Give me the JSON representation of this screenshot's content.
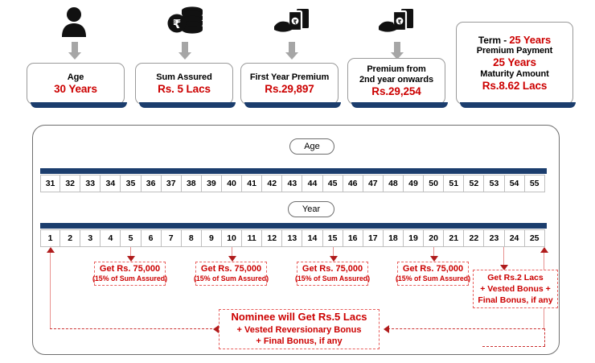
{
  "cards": [
    {
      "id": "age",
      "icon": "person-icon",
      "lines": [
        {
          "text": "Age",
          "style": "black"
        },
        {
          "text": "30 Years",
          "style": "red"
        }
      ]
    },
    {
      "id": "sum-assured",
      "icon": "rupee-coins-icon",
      "lines": [
        {
          "text": "Sum Assured",
          "style": "black"
        },
        {
          "text": "Rs. 5 Lacs",
          "style": "red"
        }
      ]
    },
    {
      "id": "first-year-premium",
      "icon": "hand-cash-icon",
      "lines": [
        {
          "text": "First Year Premium",
          "style": "black"
        },
        {
          "text": "Rs.29,897",
          "style": "red"
        }
      ]
    },
    {
      "id": "premium-2nd-year",
      "icon": "hand-cash-icon",
      "lines": [
        {
          "text": "Premium from",
          "style": "black"
        },
        {
          "text": "2nd year onwards",
          "style": "black"
        },
        {
          "text": "Rs.29,254",
          "style": "red"
        }
      ]
    }
  ],
  "summary_card": {
    "id": "term-summary",
    "term_label": "Term  -",
    "term_value": "25 Years",
    "premium_payment_label": "Premium Payment",
    "premium_payment_value": "25 Years",
    "maturity_label": "Maturity Amount",
    "maturity_value": "Rs.8.62 Lacs"
  },
  "scales": {
    "age": {
      "pill_label": "Age",
      "values": [
        "31",
        "32",
        "33",
        "34",
        "35",
        "36",
        "37",
        "38",
        "39",
        "40",
        "41",
        "42",
        "43",
        "44",
        "45",
        "46",
        "47",
        "48",
        "49",
        "50",
        "51",
        "52",
        "53",
        "54",
        "55"
      ]
    },
    "year": {
      "pill_label": "Year",
      "values": [
        "1",
        "2",
        "3",
        "4",
        "5",
        "6",
        "7",
        "8",
        "9",
        "10",
        "11",
        "12",
        "13",
        "14",
        "15",
        "16",
        "17",
        "18",
        "19",
        "20",
        "21",
        "22",
        "23",
        "24",
        "25"
      ]
    }
  },
  "payout_callouts": [
    {
      "id": "payout-year-5",
      "year": "5",
      "line1": "Get Rs. 75,000",
      "line2": "(15% of Sum Assured)"
    },
    {
      "id": "payout-year-10",
      "year": "10",
      "line1": "Get Rs. 75,000",
      "line2": "(15% of Sum Assured)"
    },
    {
      "id": "payout-year-15",
      "year": "15",
      "line1": "Get Rs. 75,000",
      "line2": "(15% of Sum Assured)"
    },
    {
      "id": "payout-year-20",
      "year": "20",
      "line1": "Get Rs. 75,000",
      "line2": "(15% of Sum Assured)"
    }
  ],
  "maturity_callout": {
    "id": "maturity-callout",
    "line1": "Get Rs.2 Lacs",
    "line2": "+ Vested Bonus +",
    "line3": "Final Bonus, if any"
  },
  "nominee_callout": {
    "id": "nominee-callout",
    "line1": "Nominee will Get Rs.5 Lacs",
    "line2": "+ Vested Reversionary Bonus",
    "line3": "+ Final Bonus, if any"
  },
  "colors": {
    "navy": "#1b3d6d",
    "red": "#cc0000",
    "dashed_red": "#e8605e",
    "arrow_gray": "#a6a6a6",
    "connector_pink": "#e8918f"
  }
}
